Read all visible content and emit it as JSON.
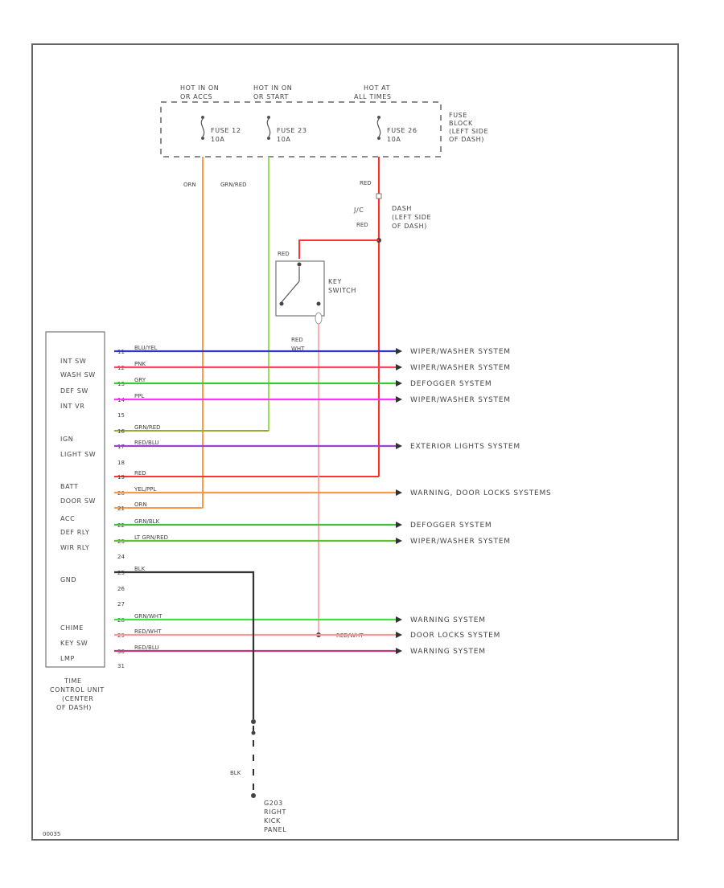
{
  "header": {
    "hot1": [
      "HOT IN ON",
      "OR ACCS"
    ],
    "hot2": [
      "HOT IN ON",
      "OR START"
    ],
    "hot3": [
      "HOT AT",
      "ALL TIMES"
    ]
  },
  "fuses": [
    [
      "FUSE 12",
      "10A"
    ],
    [
      "FUSE 23",
      "10A"
    ],
    [
      "FUSE 26",
      "10A"
    ]
  ],
  "fuse_block": [
    "FUSE",
    "BLOCK",
    "(LEFT SIDE",
    "OF DASH)"
  ],
  "upper_wires": {
    "orn": "ORN",
    "grn_red": "GRN/RED",
    "red": "RED",
    "red2": "RED",
    "red3": "RED",
    "red_blk": "BLK"
  },
  "junction": {
    "id": "J/C",
    "loc": [
      "DASH",
      "(LEFT SIDE",
      "OF DASH)"
    ]
  },
  "key_switch": [
    "KEY",
    "SWITCH"
  ],
  "unit": {
    "title": [
      "TIME",
      "CONTROL UNIT",
      "(CENTER",
      "OF DASH)"
    ],
    "labels": [
      "INT SW",
      "WASH SW",
      "DEF SW",
      "INT VR",
      "IGN",
      "LIGHT SW",
      "BATT",
      "DOOR SW",
      "ACC",
      "DEF RLY",
      "WIR RLY",
      "GND",
      "CHIME",
      "KEY SW",
      "LMP"
    ],
    "pins": [
      "11",
      "12",
      "13",
      "14",
      "15",
      "16",
      "17",
      "18",
      "19",
      "20",
      "21",
      "22",
      "23",
      "24",
      "25",
      "26",
      "27",
      "28",
      "29",
      "30",
      "31"
    ]
  },
  "circuits": [
    {
      "wire": "BLU/YEL",
      "system": "WIPER/WASHER SYSTEM",
      "color": "#3333cc"
    },
    {
      "wire": "PNK",
      "system": "WIPER/WASHER SYSTEM",
      "color": "#ff4466"
    },
    {
      "wire": "GRY",
      "system": "DEFOGGER SYSTEM",
      "color": "#33cc33"
    },
    {
      "wire": "PPL",
      "system": "WIPER/WASHER SYSTEM",
      "color": "#ff33ff"
    },
    {
      "wire": "GRN/RED",
      "system": "",
      "color": "#99aa33"
    },
    {
      "wire": "RED/BLU",
      "system": "EXTERIOR LIGHTS SYSTEM",
      "color": "#9944cc"
    },
    {
      "wire": "RED",
      "system": "",
      "color": "#ff3333"
    },
    {
      "wire": "YEL/PPL",
      "system": "WARNING, DOOR LOCKS SYSTEMS",
      "color": "#ff9944"
    },
    {
      "wire": "ORN",
      "system": "",
      "color": "#ff9944"
    },
    {
      "wire": "GRN/BLK",
      "system": "DEFOGGER SYSTEM",
      "color": "#44bb44"
    },
    {
      "wire": "LT GRN/RED",
      "system": "WIPER/WASHER SYSTEM",
      "color": "#66bb33"
    },
    {
      "wire": "BLK",
      "system": "",
      "color": "#333333"
    },
    {
      "wire": "GRN/WHT",
      "system": "WARNING SYSTEM",
      "color": "#44dd44"
    },
    {
      "wire": "RED/WHT",
      "system": "DOOR LOCKS SYSTEM",
      "color": "#ff9999"
    },
    {
      "wire": "RED/BLU",
      "system": "WARNING SYSTEM",
      "color": "#cc3377"
    }
  ],
  "red_wht_right": "RED/WHT",
  "red_vert": [
    "RED",
    "WHT"
  ],
  "ground": {
    "wire": "BLK",
    "id": [
      "G203",
      "RIGHT",
      "KICK",
      "PANEL"
    ]
  },
  "footer_code": "00035"
}
